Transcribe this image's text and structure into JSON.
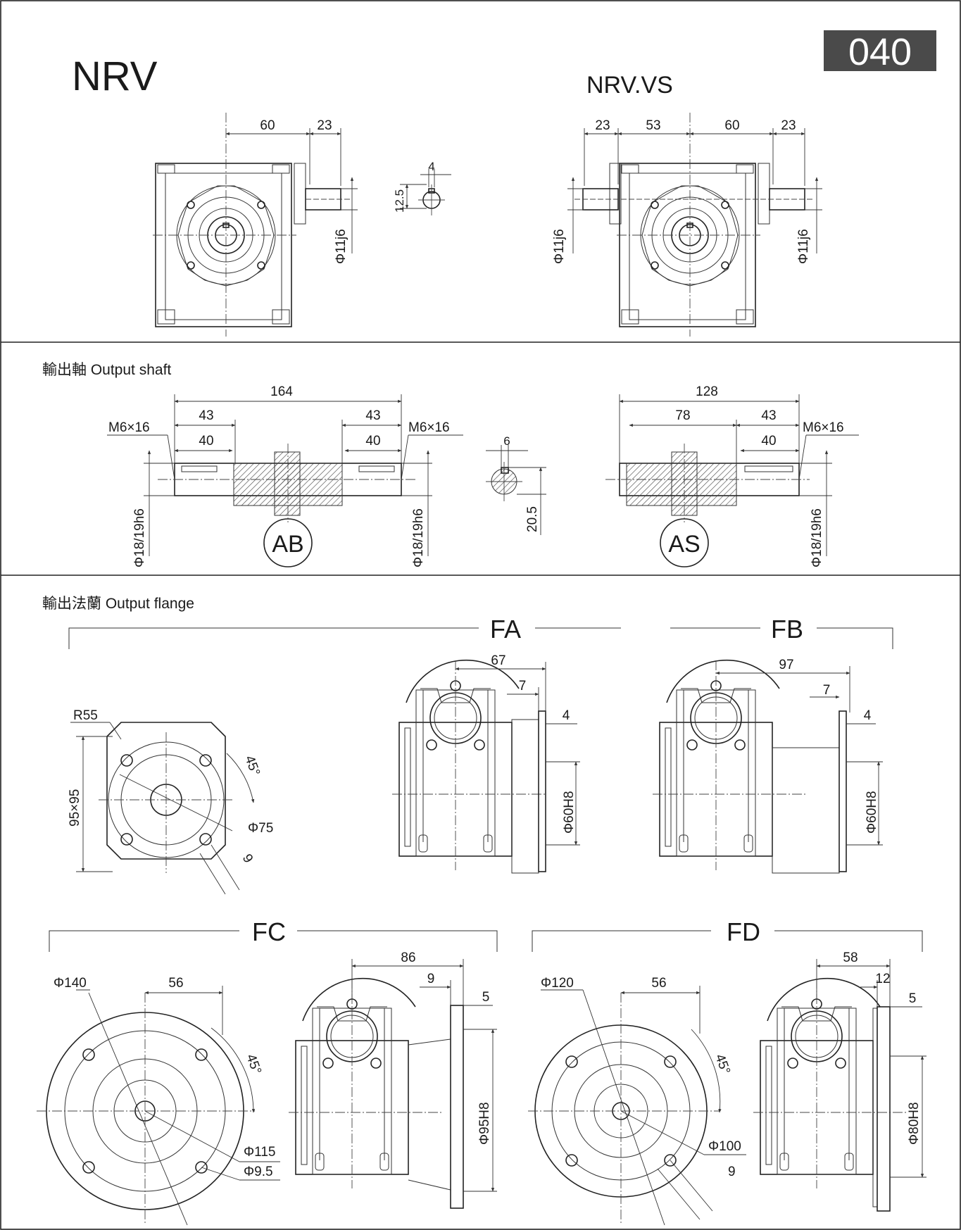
{
  "header": {
    "model_left": "NRV",
    "model_right": "NRV.VS",
    "size_badge": "040"
  },
  "top_view": {
    "nrv": {
      "dim_a": "60",
      "dim_b": "23",
      "shaft_dia": "Φ11j6"
    },
    "key": {
      "width": "4",
      "height": "12.5"
    },
    "nrvvs": {
      "dim_a": "23",
      "dim_b": "53",
      "dim_c": "60",
      "dim_d": "23",
      "shaft_dia_left": "Φ11j6",
      "shaft_dia_right": "Φ11j6"
    }
  },
  "output_shaft": {
    "heading": "輸出軸 Output shaft",
    "ab": {
      "overall": "164",
      "left_43": "43",
      "left_40": "40",
      "right_43": "43",
      "right_40": "40",
      "thread_left": "M6×16",
      "thread_right": "M6×16",
      "dia_left": "Φ18/19h6",
      "dia_right": "Φ18/19h6",
      "label": "AB"
    },
    "key": {
      "width": "6",
      "height": "20.5"
    },
    "as": {
      "overall": "128",
      "len_78": "78",
      "len_43": "43",
      "len_40": "40",
      "thread": "M6×16",
      "dia": "Φ18/19h6",
      "label": "AS"
    }
  },
  "output_flange": {
    "heading": "輸出法蘭  Output flange",
    "fa_fb_face": {
      "radius": "R55",
      "square": "95×95",
      "angle": "45°",
      "pcd": "Φ75",
      "hole": "9"
    },
    "fa": {
      "label": "FA",
      "depth": "67",
      "flange_off": "7",
      "flange_thk": "4",
      "pilot": "Φ60H8"
    },
    "fb": {
      "label": "FB",
      "depth": "97",
      "flange_off": "7",
      "flange_thk": "4",
      "pilot": "Φ60H8"
    },
    "fc": {
      "label": "FC",
      "outer": "Φ140",
      "offset": "56",
      "angle": "45°",
      "pcd": "Φ115",
      "hole": "Φ9.5",
      "depth": "86",
      "flange_off": "9",
      "flange_thk": "5",
      "pilot": "Φ95H8"
    },
    "fd": {
      "label": "FD",
      "outer": "Φ120",
      "offset": "56",
      "angle": "45°",
      "pcd": "Φ100",
      "hole": "9",
      "depth": "58",
      "flange_off": "12",
      "flange_thk": "5",
      "pilot": "Φ80H8"
    }
  }
}
